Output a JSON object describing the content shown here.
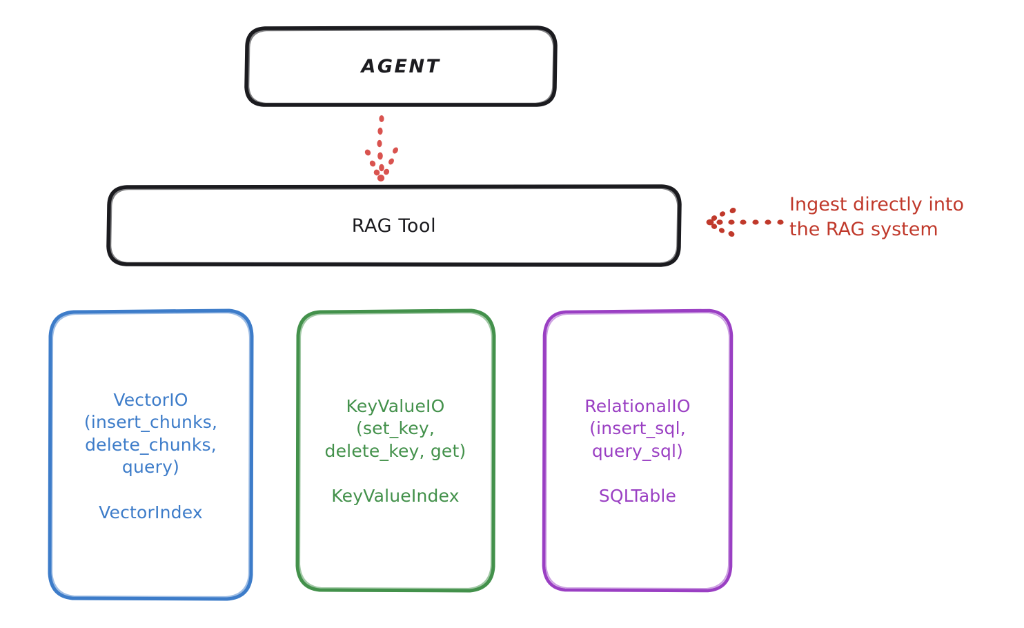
{
  "diagram": {
    "title_node": {
      "label": "AGENT"
    },
    "tool_node": {
      "label": "RAG Tool"
    },
    "annotation": {
      "text": "Ingest directly into\nthe RAG system",
      "color": "#c0392b"
    },
    "connector_agent_to_tool": {
      "style": "dotted-arrow-down",
      "color": "#c0392b"
    },
    "connector_annotation": {
      "style": "dotted-arrow-left",
      "color": "#c0392b"
    },
    "providers": [
      {
        "id": "vector",
        "io_label": "VectorIO\n(insert_chunks,\ndelete_chunks,\nquery)",
        "index_label": "VectorIndex",
        "color": "#3d7cc9"
      },
      {
        "id": "keyvalue",
        "io_label": "KeyValueIO\n(set_key,\ndelete_key, get)",
        "index_label": "KeyValueIndex",
        "color": "#43914b"
      },
      {
        "id": "relational",
        "io_label": "RelationalIO\n(insert_sql,\nquery_sql)",
        "index_label": "SQLTable",
        "color": "#9a3fc3"
      }
    ],
    "stroke_black": "#1b1b1f",
    "background": "#ffffff"
  }
}
